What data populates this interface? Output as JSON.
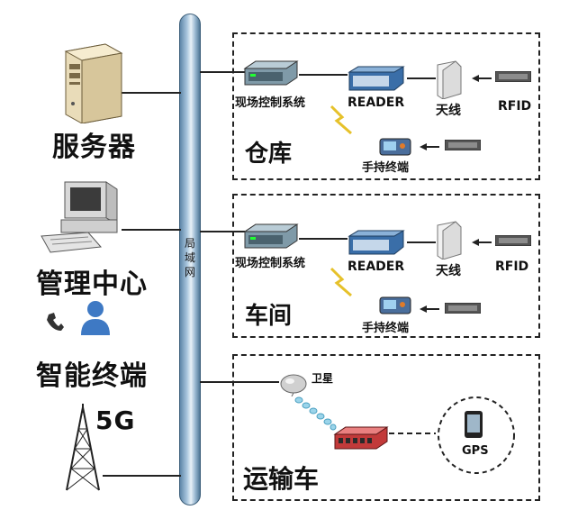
{
  "left": {
    "server_label": "服务器",
    "management_label": "管理中心",
    "terminal_label": "智能终端",
    "network_5g_label": "5G"
  },
  "backbone": {
    "label": "局\n域\n网"
  },
  "warehouse": {
    "title": "仓库",
    "control_label": "现场控制系统",
    "reader_label": "READER",
    "antenna_label": "天线",
    "rfid_label": "RFID",
    "handheld_label": "手持终端"
  },
  "workshop": {
    "title": "车间",
    "control_label": "现场控制系统",
    "reader_label": "READER",
    "antenna_label": "天线",
    "rfid_label": "RFID",
    "handheld_label": "手持终端"
  },
  "transport": {
    "title": "运输车",
    "satellite_label": "卫星",
    "gps_label": "GPS"
  },
  "colors": {
    "pipe": "#8fb1cc",
    "dashed": "#222222",
    "reader_blue": "#3a6ea8"
  }
}
